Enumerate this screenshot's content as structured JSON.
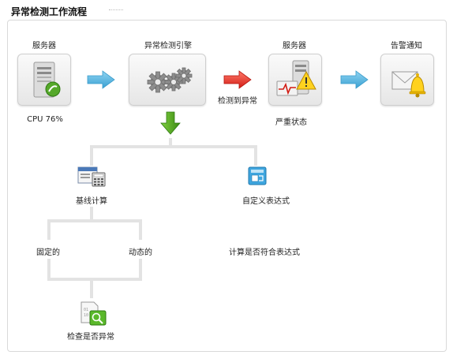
{
  "title": "异常检测工作流程",
  "nodes": {
    "server1": {
      "label": "服务器",
      "caption": "CPU 76%"
    },
    "engine": {
      "label": "异常检测引擎"
    },
    "server2": {
      "label": "服务器",
      "caption": "严重状态"
    },
    "alert": {
      "label": "告警通知"
    }
  },
  "edges": {
    "detected": "检测到异常"
  },
  "branches": {
    "baseline": {
      "label": "基线计算"
    },
    "expression": {
      "label": "自定义表达式",
      "sub": "计算是否符合表达式"
    },
    "fixed": "固定的",
    "dynamic": "动态的",
    "check": "检查是否异常"
  },
  "colors": {
    "arrow_blue": "#5ab8e0",
    "arrow_red": "#e0322a",
    "arrow_green": "#4d9e1f",
    "connector": "#e3e3e3"
  },
  "icons": [
    "server-icon",
    "gears-icon",
    "server-warning-icon",
    "mail-bell-icon",
    "calculator-icon",
    "expression-icon",
    "search-document-icon"
  ]
}
